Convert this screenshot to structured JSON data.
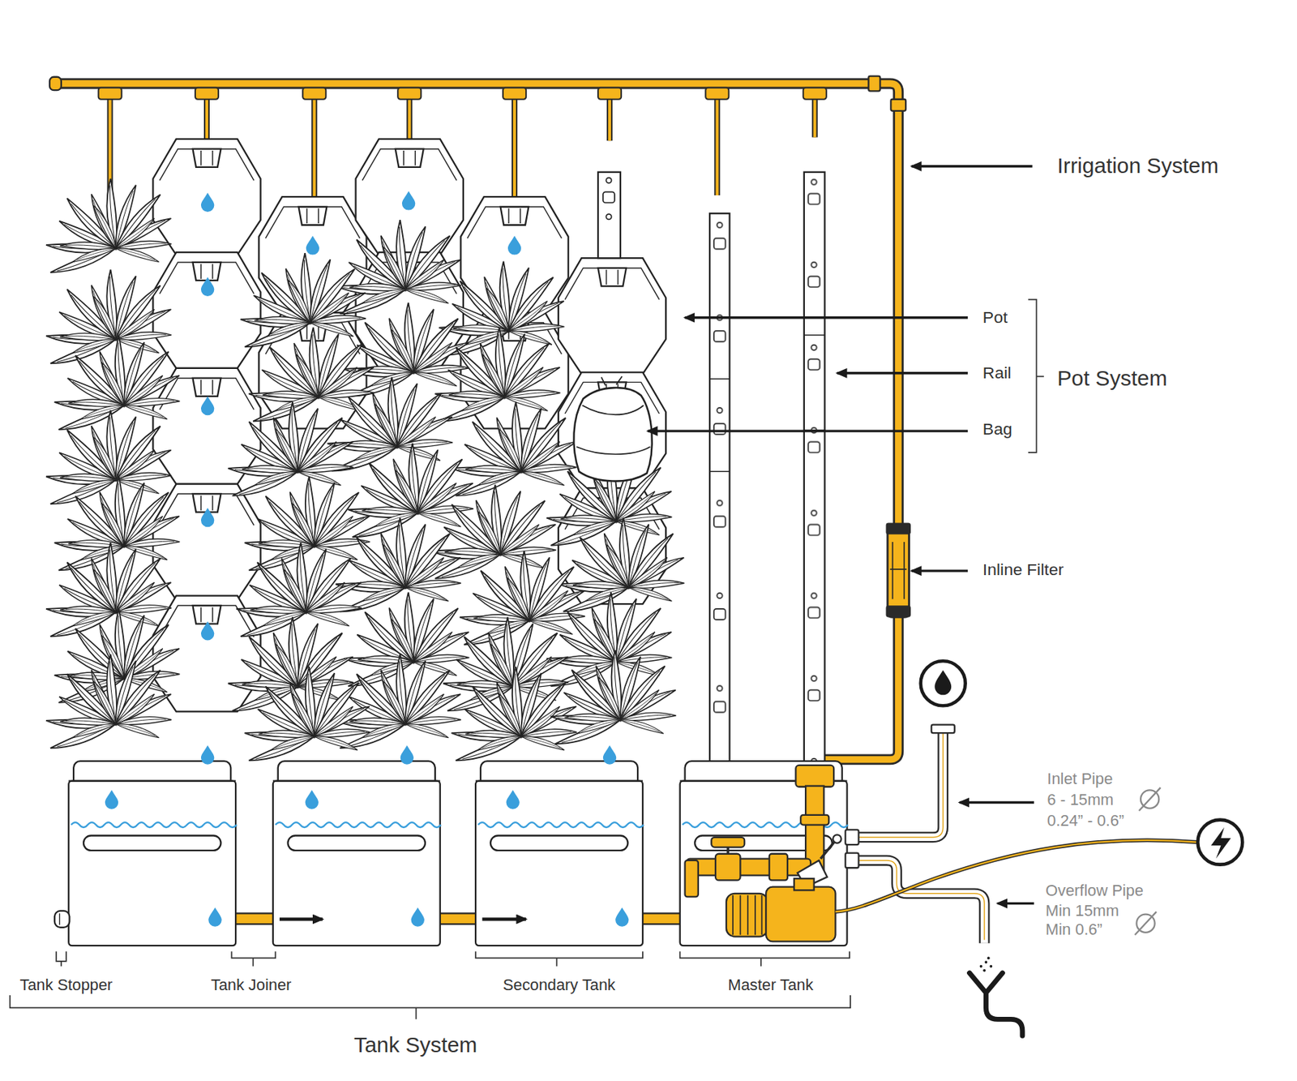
{
  "diagram": {
    "labels": [
      "Irrigation System",
      "Pot",
      "Rail",
      "Bag",
      "Pot System",
      "Inline Filter",
      "Inlet Pipe",
      "6 - 15mm",
      "0.24” - 0.6”",
      "Overflow Pipe",
      "Min 15mm",
      "Min 0.6”",
      "Tank Stopper",
      "Tank Joiner",
      "Secondary Tank",
      "Master Tank",
      "Tank System"
    ]
  }
}
